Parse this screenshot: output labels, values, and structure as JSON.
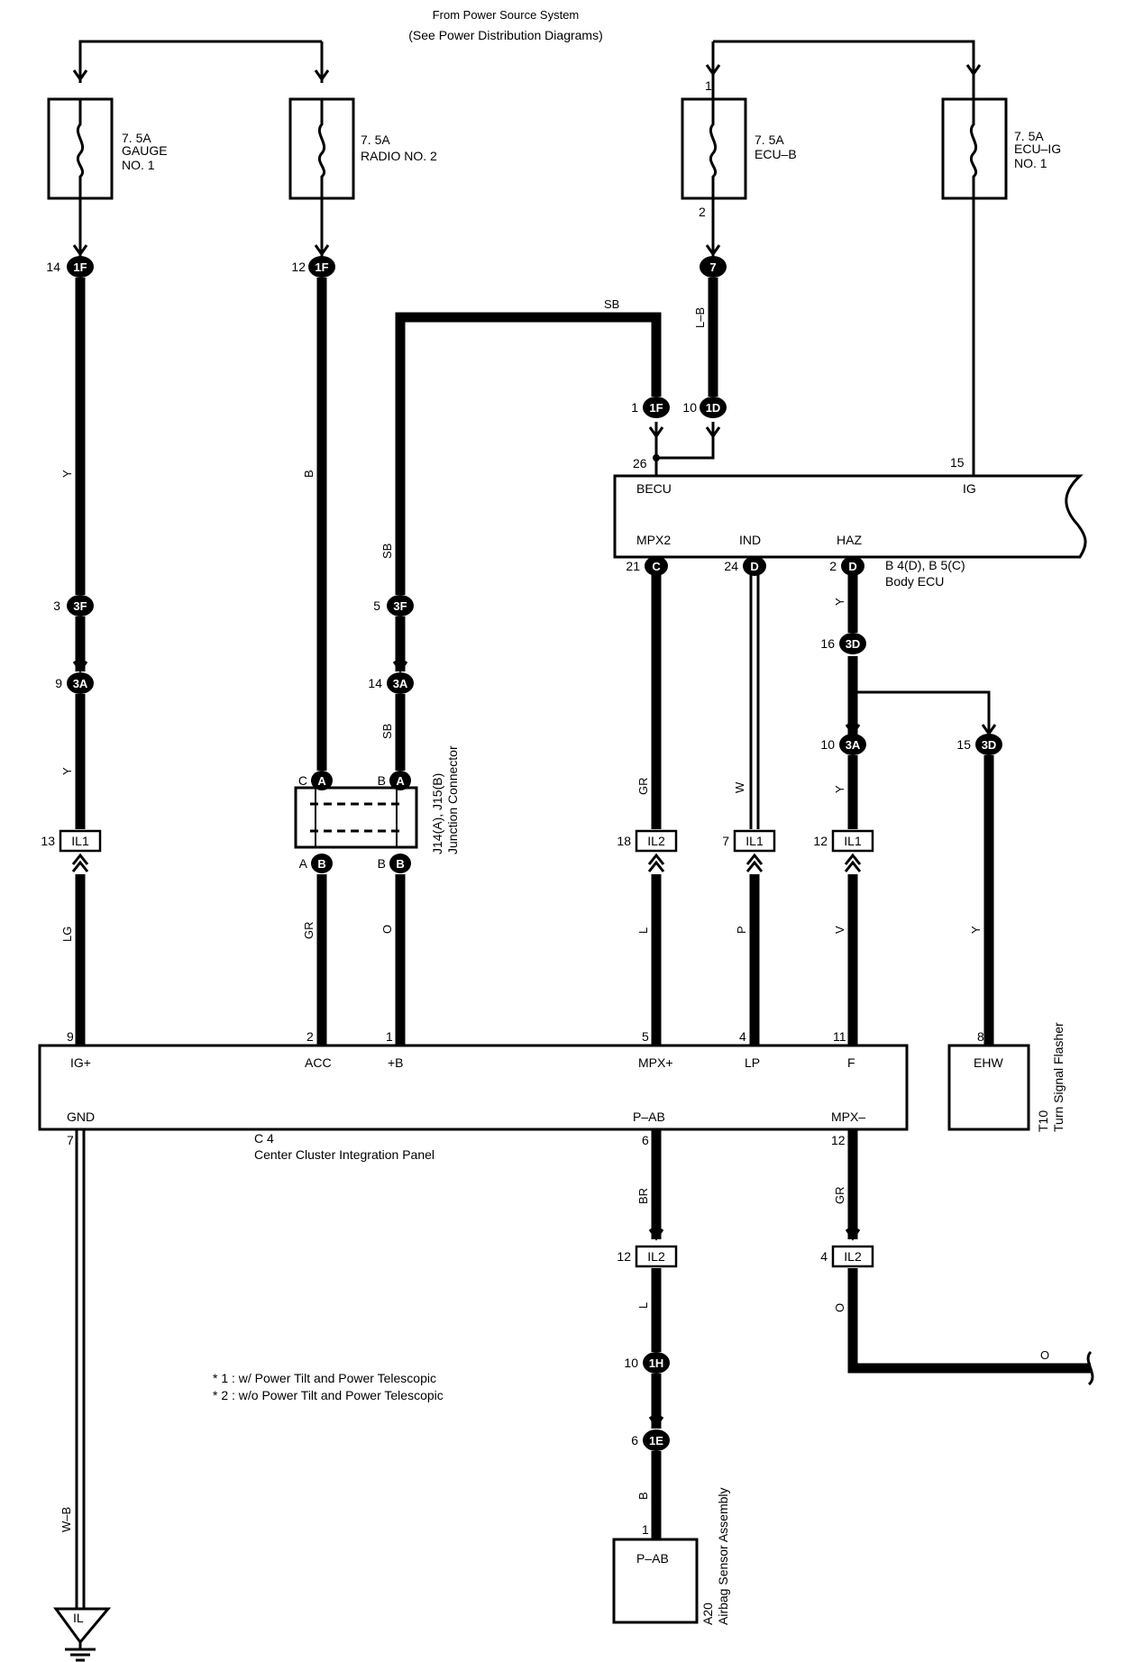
{
  "header": {
    "line1": "From Power Source System",
    "line2": "(See Power Distribution Diagrams)"
  },
  "fuses": [
    {
      "amp": "7. 5A",
      "name1": "GAUGE",
      "name2": "NO. 1",
      "top_pin": "",
      "bottom_pin": ""
    },
    {
      "amp": "7. 5A",
      "name1": "RADIO NO. 2",
      "name2": "",
      "top_pin": "",
      "bottom_pin": ""
    },
    {
      "amp": "7. 5A",
      "name1": "ECU–B",
      "name2": "",
      "top_pin": "1",
      "bottom_pin": "2"
    },
    {
      "amp": "7. 5A",
      "name1": "ECU–IG",
      "name2": "NO. 1",
      "top_pin": "",
      "bottom_pin": ""
    }
  ],
  "connectors": {
    "c_14_1F": {
      "pin": "14",
      "code": "1F"
    },
    "c_12_1F": {
      "pin": "12",
      "code": "1F"
    },
    "c_7": {
      "pin": "",
      "code": "7"
    },
    "c_1_1F": {
      "pin": "1",
      "code": "1F"
    },
    "c_10_1D": {
      "pin": "10",
      "code": "1D"
    },
    "c_3_3F": {
      "pin": "3",
      "code": "3F"
    },
    "c_9_3A": {
      "pin": "9",
      "code": "3A"
    },
    "c_5_3F": {
      "pin": "5",
      "code": "3F"
    },
    "c_14_3A": {
      "pin": "14",
      "code": "3A"
    },
    "c_16_3D": {
      "pin": "16",
      "code": "3D"
    },
    "c_10_3A": {
      "pin": "10",
      "code": "3A"
    },
    "c_15_3D": {
      "pin": "15",
      "code": "3D"
    },
    "c_21_C": {
      "pin": "21",
      "code": "C"
    },
    "c_24_D": {
      "pin": "24",
      "code": "D"
    },
    "c_2_D": {
      "pin": "2",
      "code": "D"
    },
    "c_10_1H": {
      "pin": "10",
      "code": "1H"
    },
    "c_6_1E": {
      "pin": "6",
      "code": "1E"
    },
    "jc_CA": {
      "pin": "C",
      "code": "A"
    },
    "jc_BA": {
      "pin": "B",
      "code": "A"
    },
    "jc_AB": {
      "pin": "A",
      "code": "B"
    },
    "jc_BB": {
      "pin": "B",
      "code": "B"
    }
  },
  "il_connectors": {
    "il_13": {
      "pin": "13",
      "code": "IL1"
    },
    "il_18": {
      "pin": "18",
      "code": "IL2"
    },
    "il_7": {
      "pin": "7",
      "code": "IL1"
    },
    "il_12a": {
      "pin": "12",
      "code": "IL1"
    },
    "il_12b": {
      "pin": "12",
      "code": "IL2"
    },
    "il_4": {
      "pin": "4",
      "code": "IL2"
    }
  },
  "wire_colors": {
    "w_y1": "Y",
    "w_y2": "Y",
    "w_lg": "LG",
    "w_b": "B",
    "w_gr1": "GR",
    "w_sb_top": "SB",
    "w_sb1": "SB",
    "w_sb2": "SB",
    "w_o1": "O",
    "w_lb": "L–B",
    "w_gr2": "GR",
    "w_l1": "L",
    "w_w": "W",
    "w_p": "P",
    "w_y3": "Y",
    "w_y4": "Y",
    "w_v": "V",
    "w_y5": "Y",
    "w_br": "BR",
    "w_l2": "L",
    "w_b2": "B",
    "w_gr3": "GR",
    "w_o2": "O",
    "w_o3": "O",
    "w_wb": "W–B"
  },
  "body_ecu": {
    "pin_26": "26",
    "term_becu": "BECU",
    "pin_15": "15",
    "term_ig": "IG",
    "term_mpx2": "MPX2",
    "term_ind": "IND",
    "term_haz": "HAZ",
    "ref": "B 4(D), B 5(C)",
    "name": "Body ECU"
  },
  "junction": {
    "ref": "J14(A), J15(B)",
    "name": "Junction Connector"
  },
  "panel": {
    "pins_top": {
      "p9": "9",
      "p2": "2",
      "p1": "1",
      "p5": "5",
      "p4": "4",
      "p11": "11"
    },
    "terms_top": {
      "ig": "IG+",
      "acc": "ACC",
      "b": "+B",
      "mpxp": "MPX+",
      "lp": "LP",
      "f": "F"
    },
    "pins_bottom": {
      "p7": "7",
      "p6": "6",
      "p12": "12"
    },
    "terms_bottom": {
      "gnd": "GND",
      "pab": "P–AB",
      "mpxm": "MPX–"
    },
    "ref": "C 4",
    "name": "Center Cluster Integration Panel"
  },
  "flasher": {
    "pin": "8",
    "term": "EHW",
    "ref": "T10",
    "name": "Turn Signal Flasher"
  },
  "airbag": {
    "pin": "1",
    "term": "P–AB",
    "ref": "A20",
    "name": "Airbag Sensor Assembly"
  },
  "notes": [
    "* 1 : w/ Power Tilt and Power Telescopic",
    "* 2 : w/o Power Tilt and Power Telescopic"
  ],
  "ground": {
    "label": "IL"
  }
}
